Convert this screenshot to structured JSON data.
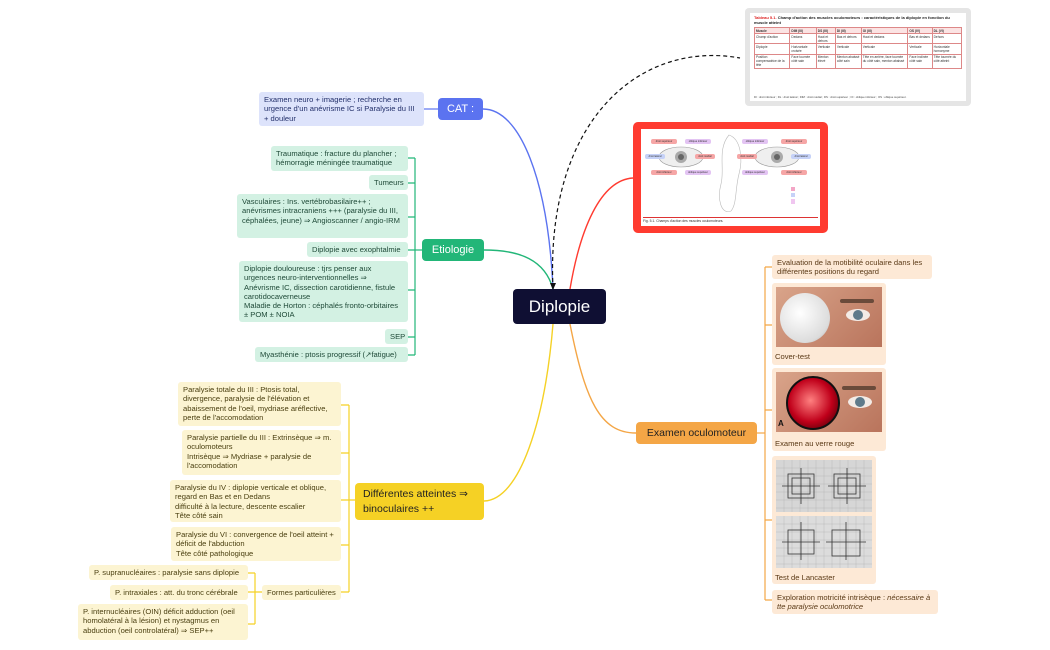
{
  "central": {
    "label": "Diplopie"
  },
  "cat": {
    "label": "CAT :",
    "children": [
      "Examen neuro + imagerie ; recherche en urgence d'un anévrisme IC si Paralysie du III + douleur"
    ]
  },
  "etiologie": {
    "label": "Etiologie",
    "children": [
      "Traumatique : fracture du plancher ; hémorragie méningée traumatique",
      "Tumeurs",
      "Vasculaires : Ins. vertébrobasilaire++ ; anévrismes intracraniens +++ (paralysie du III, céphalées, jeune) ⇒ Angioscanner / angio-IRM",
      "Diplopie avec exophtalmie",
      "Diplopie douloureuse : tjrs penser aux urgences neuro-interventionnelles ⇒\nAnévrisme IC, dissection carotidienne, fistule carotidocaverneuse\nMaladie de Horton : céphalés fronto-orbitaires ± POM ± NOIA",
      "SEP",
      "Myasthénie : ptosis progressif (↗fatigue)"
    ]
  },
  "atteintes": {
    "label": "Différentes atteintes ⇒ binoculaires ++",
    "children": [
      "Paralysie totale du III : Ptosis total, divergence, paralysie de l'élévation et abaissement de l'oeil, mydriase aréflective, perte de l'accomodation",
      "Paralysie partielle du III : Extrinsèque ⇒ m. oculomoteurs\nIntrisèque ⇒ Mydriase + paralysie de l'accomodation",
      "Paralysie du IV : diplopie verticale et oblique, regard en Bas et en Dedans\ndifficulté à la lecture, descente escalier\nTête côté sain",
      "Paralysie du VI : convergence de l'oeil atteint + déficit de l'abduction\nTête côté pathologique"
    ],
    "formes": {
      "label": "Formes particulières",
      "children": [
        "P. supranucléaires : paralysie sans diplopie",
        "P. intraxiales : att. du tronc cérébrale",
        "P. internucléaires (OIN) déficit adduction (oeil homolatéral à la lésion) et nystagmus en abduction (oeil controlatéral) ⇒ SEP++"
      ]
    }
  },
  "examen": {
    "label": "Examen oculomoteur",
    "children": [
      "Evaluation de la motibilité oculaire dans les différentes positions du regard",
      "Cover-test",
      "Examen au verre rouge",
      "Test de Lancaster",
      "Exploration motricité intrisèque : "
    ],
    "exploration_em": "nécessaire à tte paralysie oculomotrice",
    "verre_rouge_letter": "A"
  },
  "table_image": {
    "title_num": "Tableau 5.1.",
    "title": "Champ d'action des muscles oculomoteurs : caractéristiques de la diplopie en fonction du muscle atteint",
    "header": [
      "Muscle",
      "DIM (III)",
      "DS (III)",
      "DI (III)",
      "OI (III)",
      "OS (IV)",
      "DL (VI)"
    ],
    "rows": [
      [
        "Champ d'action",
        "Dedans",
        "Haut et dehors",
        "Bas et dehors",
        "Haut et dedans",
        "Bas et dedans",
        "Dehors"
      ],
      [
        "Diplopie",
        "Horizontale croisée",
        "Verticale",
        "Verticale",
        "Verticale",
        "Verticale",
        "Horizontale homonyme"
      ],
      [
        "Position compensatrice de la tête",
        "Face tournée côté sain",
        "Menton élevé",
        "Menton abaissé côté sain",
        "Tête en arrière, face tournée du côté sain, menton abaissé",
        "Face inclinée côté sain",
        "Tête tournée du côté atteint"
      ]
    ],
    "footer": "DI : droit inférieur ; DL : droit latéral ; DIM : droit médial ; DS : droit supérieur ; OI : oblique inférieur ; OS : oblique supérieur."
  },
  "figure_image": {
    "caption": "Fig. 5.1. Champs d'action des muscles oculomoteurs.",
    "muscles": [
      "droit supérieur",
      "oblique inférieur",
      "droit latéral",
      "droit médial",
      "droit inférieur",
      "oblique supérieur"
    ]
  },
  "colors": {
    "central": "#0f0f33",
    "cat": "#5b73f0",
    "etiologie": "#22b678",
    "atteintes": "#f5d125",
    "examen": "#f4a646",
    "figure_frame": "#ff3b30"
  }
}
